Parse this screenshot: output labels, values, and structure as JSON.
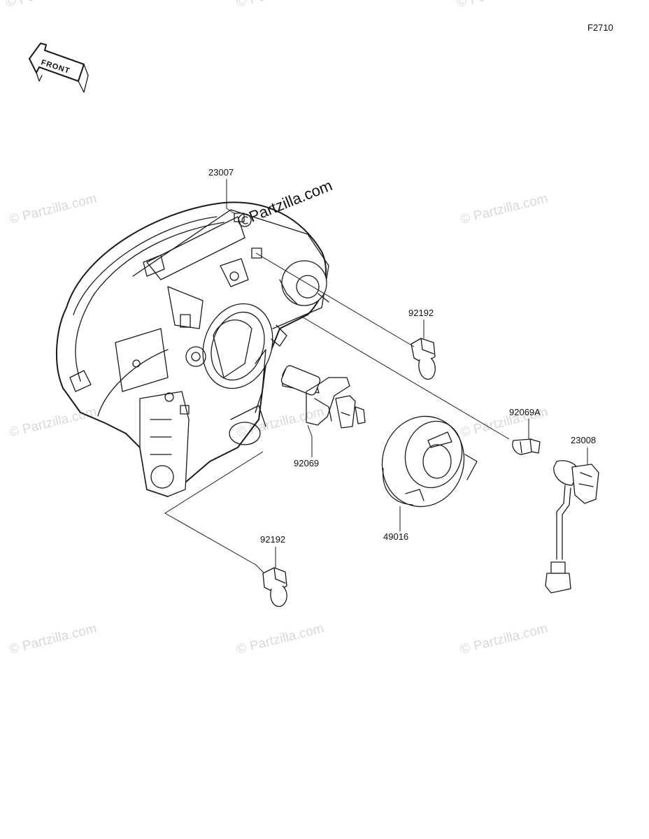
{
  "figure_code": "F2710",
  "front_label": "FRONT",
  "watermark_text": "© Partzilla.com",
  "watermark_main": "Partzilla.com",
  "parts": {
    "headlight_assy": "23007",
    "socket_clip_upper": "92192",
    "headlight_bulb": "92069",
    "bulb_cover": "49016",
    "position_bulb": "92069A",
    "socket_wire": "23008",
    "socket_clip_lower": "92192"
  },
  "colors": {
    "line": "#1a1a1a",
    "watermark": "#d8d8d8",
    "background": "#ffffff"
  }
}
